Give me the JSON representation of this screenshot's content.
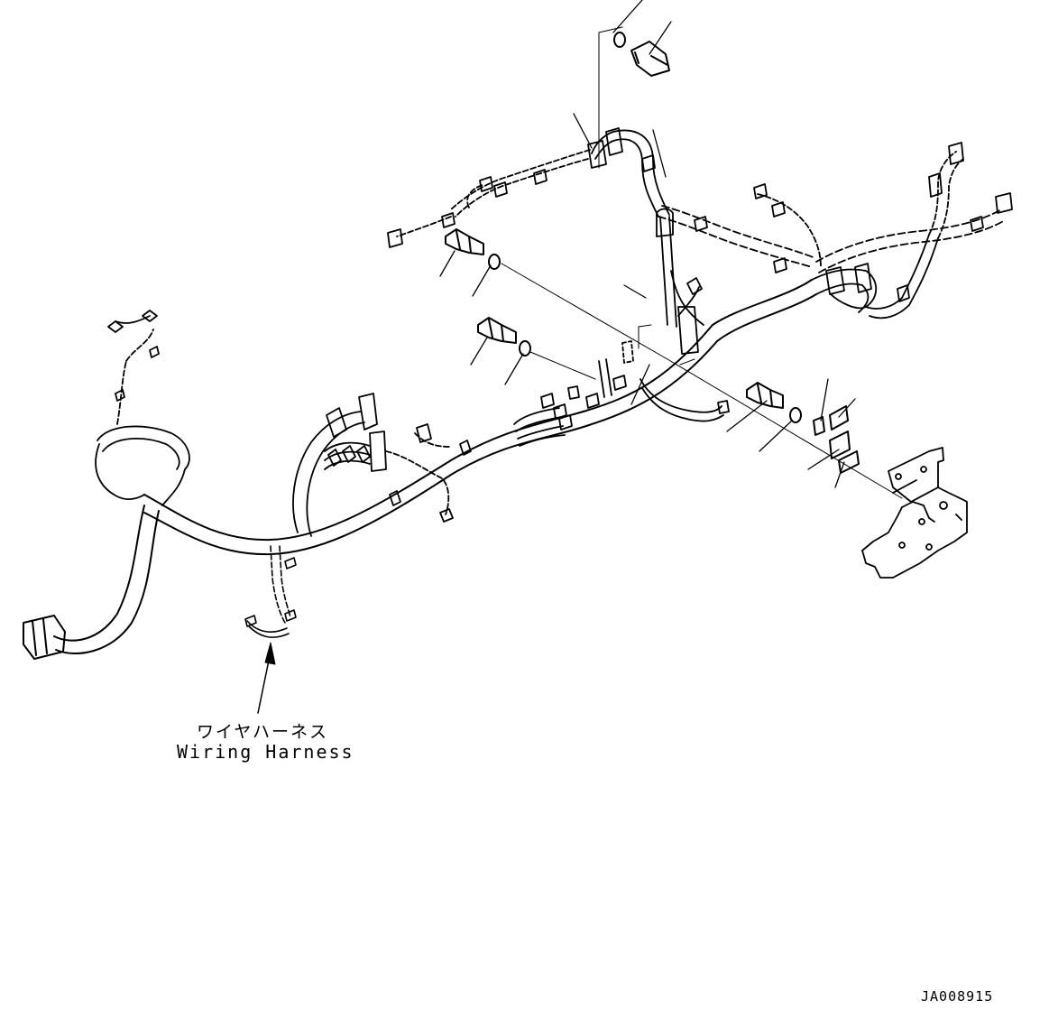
{
  "labels": {
    "wiring_harness_jp": "ワイヤハーネス",
    "wiring_harness_en": "Wiring Harness"
  },
  "document_code": "JA008915"
}
